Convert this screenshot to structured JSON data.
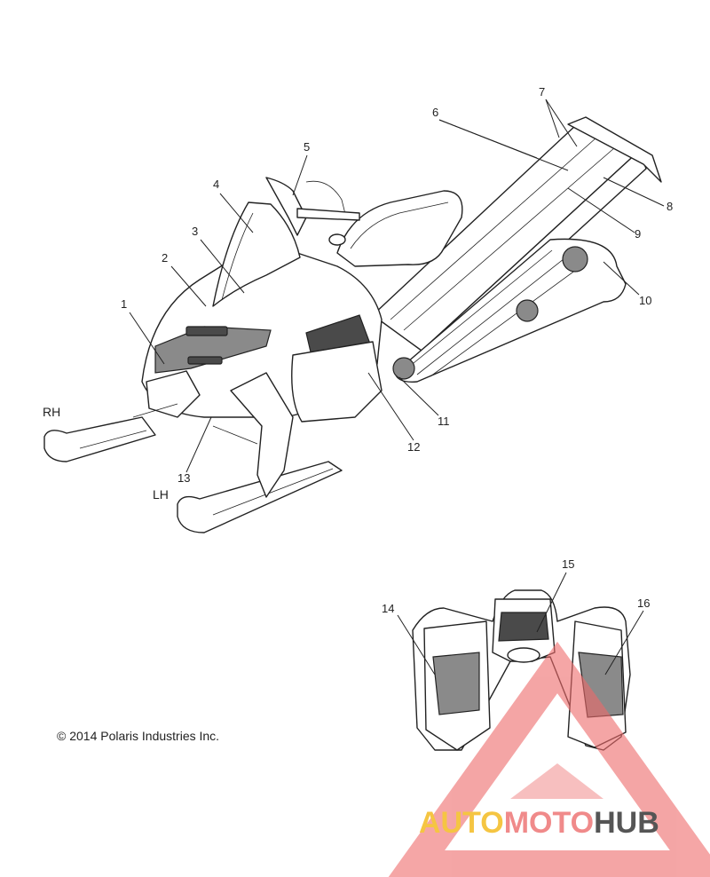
{
  "callouts": [
    {
      "label": "1"
    },
    {
      "label": "2"
    },
    {
      "label": "3"
    },
    {
      "label": "4"
    },
    {
      "label": "5"
    },
    {
      "label": "6"
    },
    {
      "label": "7"
    },
    {
      "label": "8"
    },
    {
      "label": "9"
    },
    {
      "label": "10"
    },
    {
      "label": "11"
    },
    {
      "label": "12"
    },
    {
      "label": "13"
    },
    {
      "label": "14"
    },
    {
      "label": "15"
    },
    {
      "label": "16"
    }
  ],
  "side_labels": {
    "right": "RH",
    "left": "LH"
  },
  "copyright": "© 2014 Polaris Industries Inc.",
  "watermark": {
    "part1": "AUTO",
    "part2": "MOTO",
    "part3": "HUB",
    "colors": {
      "part1": "#f5c542",
      "part2": "#f08a8a",
      "part3": "#555555"
    }
  }
}
